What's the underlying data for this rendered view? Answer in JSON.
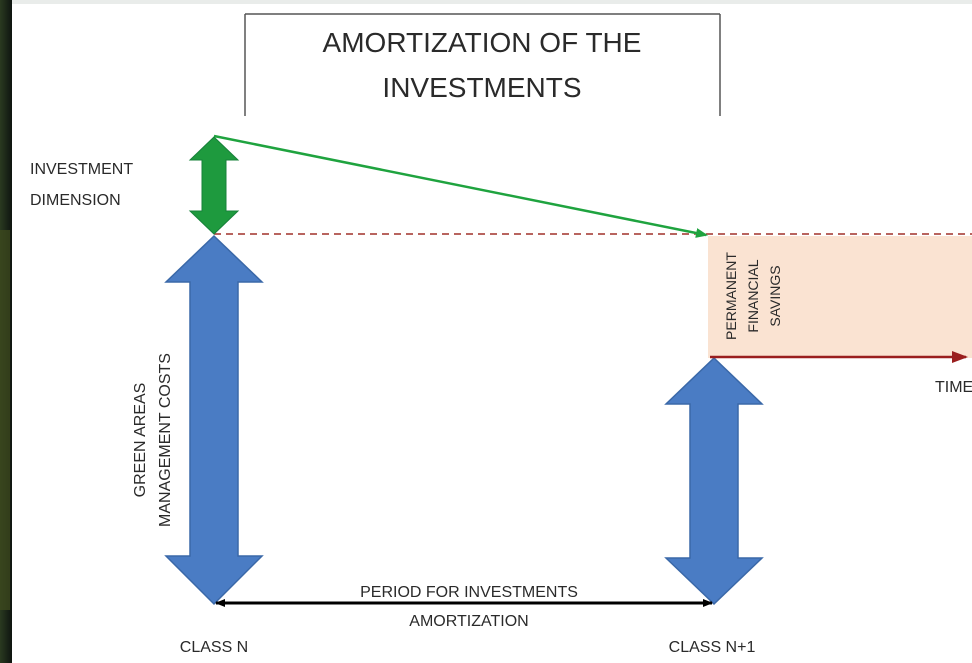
{
  "title": {
    "line1": "AMORTIZATION OF THE",
    "line2": "INVESTMENTS"
  },
  "labels": {
    "investment_dimension_line1": "INVESTMENT",
    "investment_dimension_line2": "DIMENSION",
    "green_areas_line1": "GREEN AREAS",
    "green_areas_line2": "MANAGEMENT COSTS",
    "savings_line1": "PERMANENT",
    "savings_line2": "FINANCIAL",
    "savings_line3": "SAVINGS",
    "time": "TIME",
    "period_line1": "PERIOD FOR INVESTMENTS",
    "period_line2": "AMORTIZATION",
    "class_n": "CLASS N",
    "class_n1": "CLASS N+1"
  },
  "colors": {
    "blue_arrow": "#4a7cc4",
    "blue_arrow_border": "#3a68a8",
    "green_arrow": "#1e9a3e",
    "green_line": "#1fa33f",
    "dashed_line": "#a0302a",
    "time_arrow": "#9a1e1e",
    "savings_fill": "#fae3d2",
    "dark_edge": "#1b2418",
    "timeline": "#000000"
  }
}
